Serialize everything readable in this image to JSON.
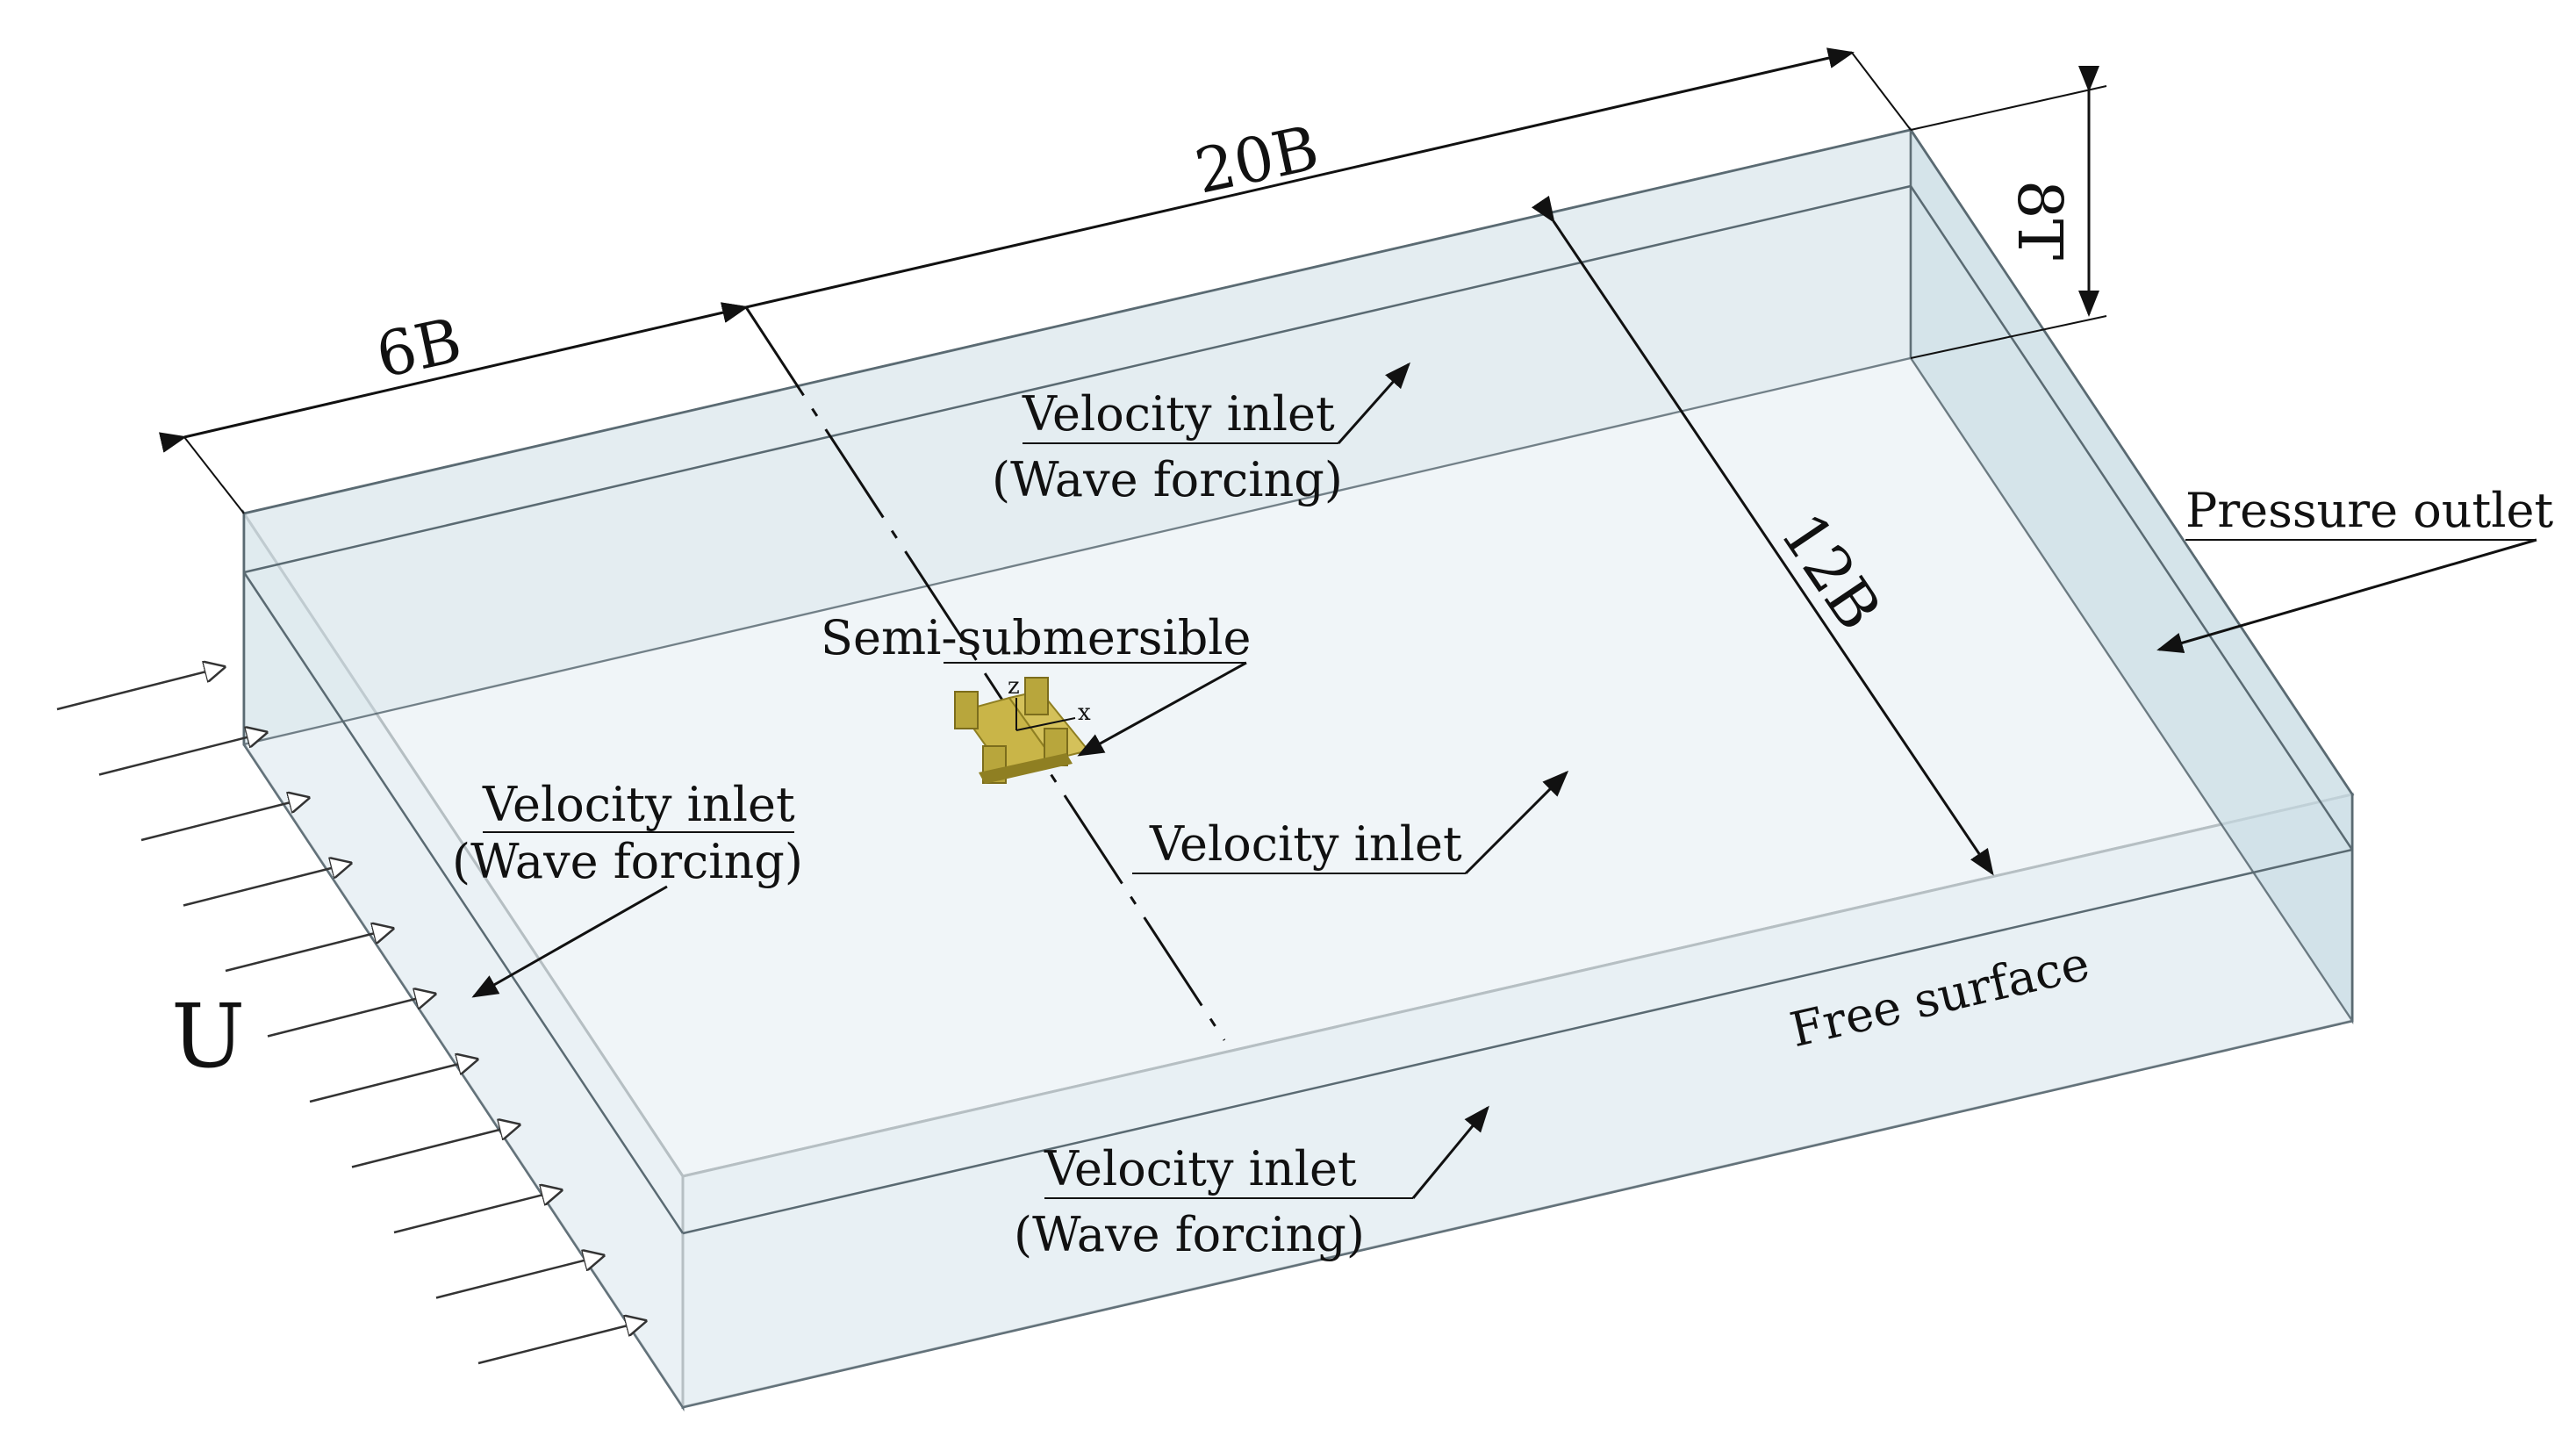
{
  "colors": {
    "box_fill": "#ebf2f5",
    "box_side": "#d9e7ec",
    "box_edge": "#5a6a72",
    "platform": "#c9b548",
    "platform_dark": "#8f7f22",
    "arrow": "#111111"
  },
  "dimensions": {
    "length_inlet": "6B",
    "length_total": "20B",
    "width": "12B",
    "depth": "8T"
  },
  "labels": {
    "top_inlet_line1": "Velocity inlet",
    "top_inlet_line2": "(Wave forcing)",
    "left_inlet_line1": "Velocity inlet",
    "left_inlet_line2": "(Wave forcing)",
    "bottom_inlet_line1": "Velocity inlet",
    "bottom_inlet_line2": "(Wave forcing)",
    "center_inlet": "Velocity inlet",
    "pressure_outlet": "Pressure outlet",
    "free_surface": "Free surface",
    "semi_submersible": "Semi-submersible",
    "axis_z": "z",
    "axis_x": "x",
    "flow_velocity": "U"
  }
}
